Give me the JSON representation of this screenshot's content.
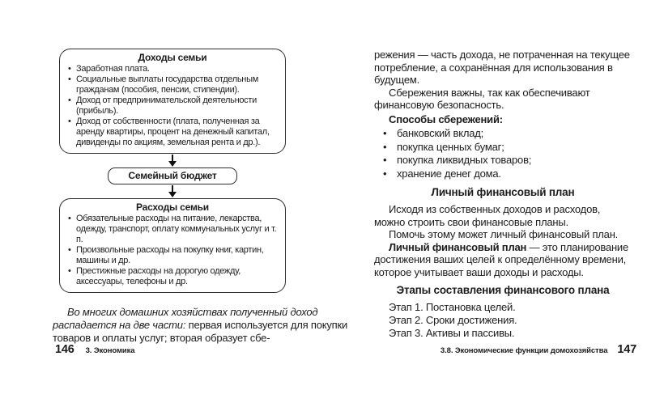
{
  "page": {
    "left": {
      "diagram": {
        "income": {
          "title": "Доходы семьи",
          "items": [
            "Заработная плата.",
            "Социальные выплаты государства отдельным гражданам (пособия, пенсии, стипендии).",
            "Доход от предпринимательской деятельности (прибыль).",
            "Доход от собственности (плата, полученная за аренду квартиры, процент на денежный капитал, дивиденды по акциям, земельная рента и др.)."
          ]
        },
        "budget": {
          "label": "Семейный бюджет"
        },
        "expenses": {
          "title": "Расходы семьи",
          "items": [
            "Обязательные расходы на питание, лекарства, одежду, транспорт, оплату коммунальных услуг и т. п.",
            "Произвольные расходы на покупку книг, картин, машины и др.",
            "Престижные расходы на дорогую одежду, аксессуары, телефоны и др."
          ]
        }
      },
      "paragraph": {
        "italic": "Во многих домашних хозяйствах полученный доход распадается на две части:",
        "rest": " первая используется для покупки товаров и оплаты услуг; вторая образует сбе-"
      },
      "footer": {
        "page_number": "146",
        "section": "3. Экономика"
      }
    },
    "right": {
      "para1": "режения — часть дохода, не потраченная на текущее потребление, а сохранённая для использования в будущем.",
      "para2": "Сбережения важны, так как обеспечивают финансовую безопасность.",
      "savings_heading": "Способы сбережений:",
      "savings_items": [
        "банковский вклад;",
        "покупка ценных бумаг;",
        "покупка ликвидных товаров;",
        "хранение денег дома."
      ],
      "heading_plan": "Личный финансовый план",
      "para3": "Исходя из собственных доходов и расходов, можно строить свои финансовые планы.",
      "para4": "Помочь этому может личный финансовый план.",
      "para5_bold": "Личный финансовый план",
      "para5_rest": " — это планирование достижения ваших целей к определённому времени, которое учитывает ваши доходы и расходы.",
      "heading_steps": "Этапы составления финансового плана",
      "steps": [
        "Этап 1. Постановка целей.",
        "Этап 2. Сроки достижения.",
        "Этап 3. Активы и пассивы."
      ],
      "footer": {
        "section": "3.8. Экономические функции домохозяйства",
        "page_number": "147"
      }
    }
  }
}
